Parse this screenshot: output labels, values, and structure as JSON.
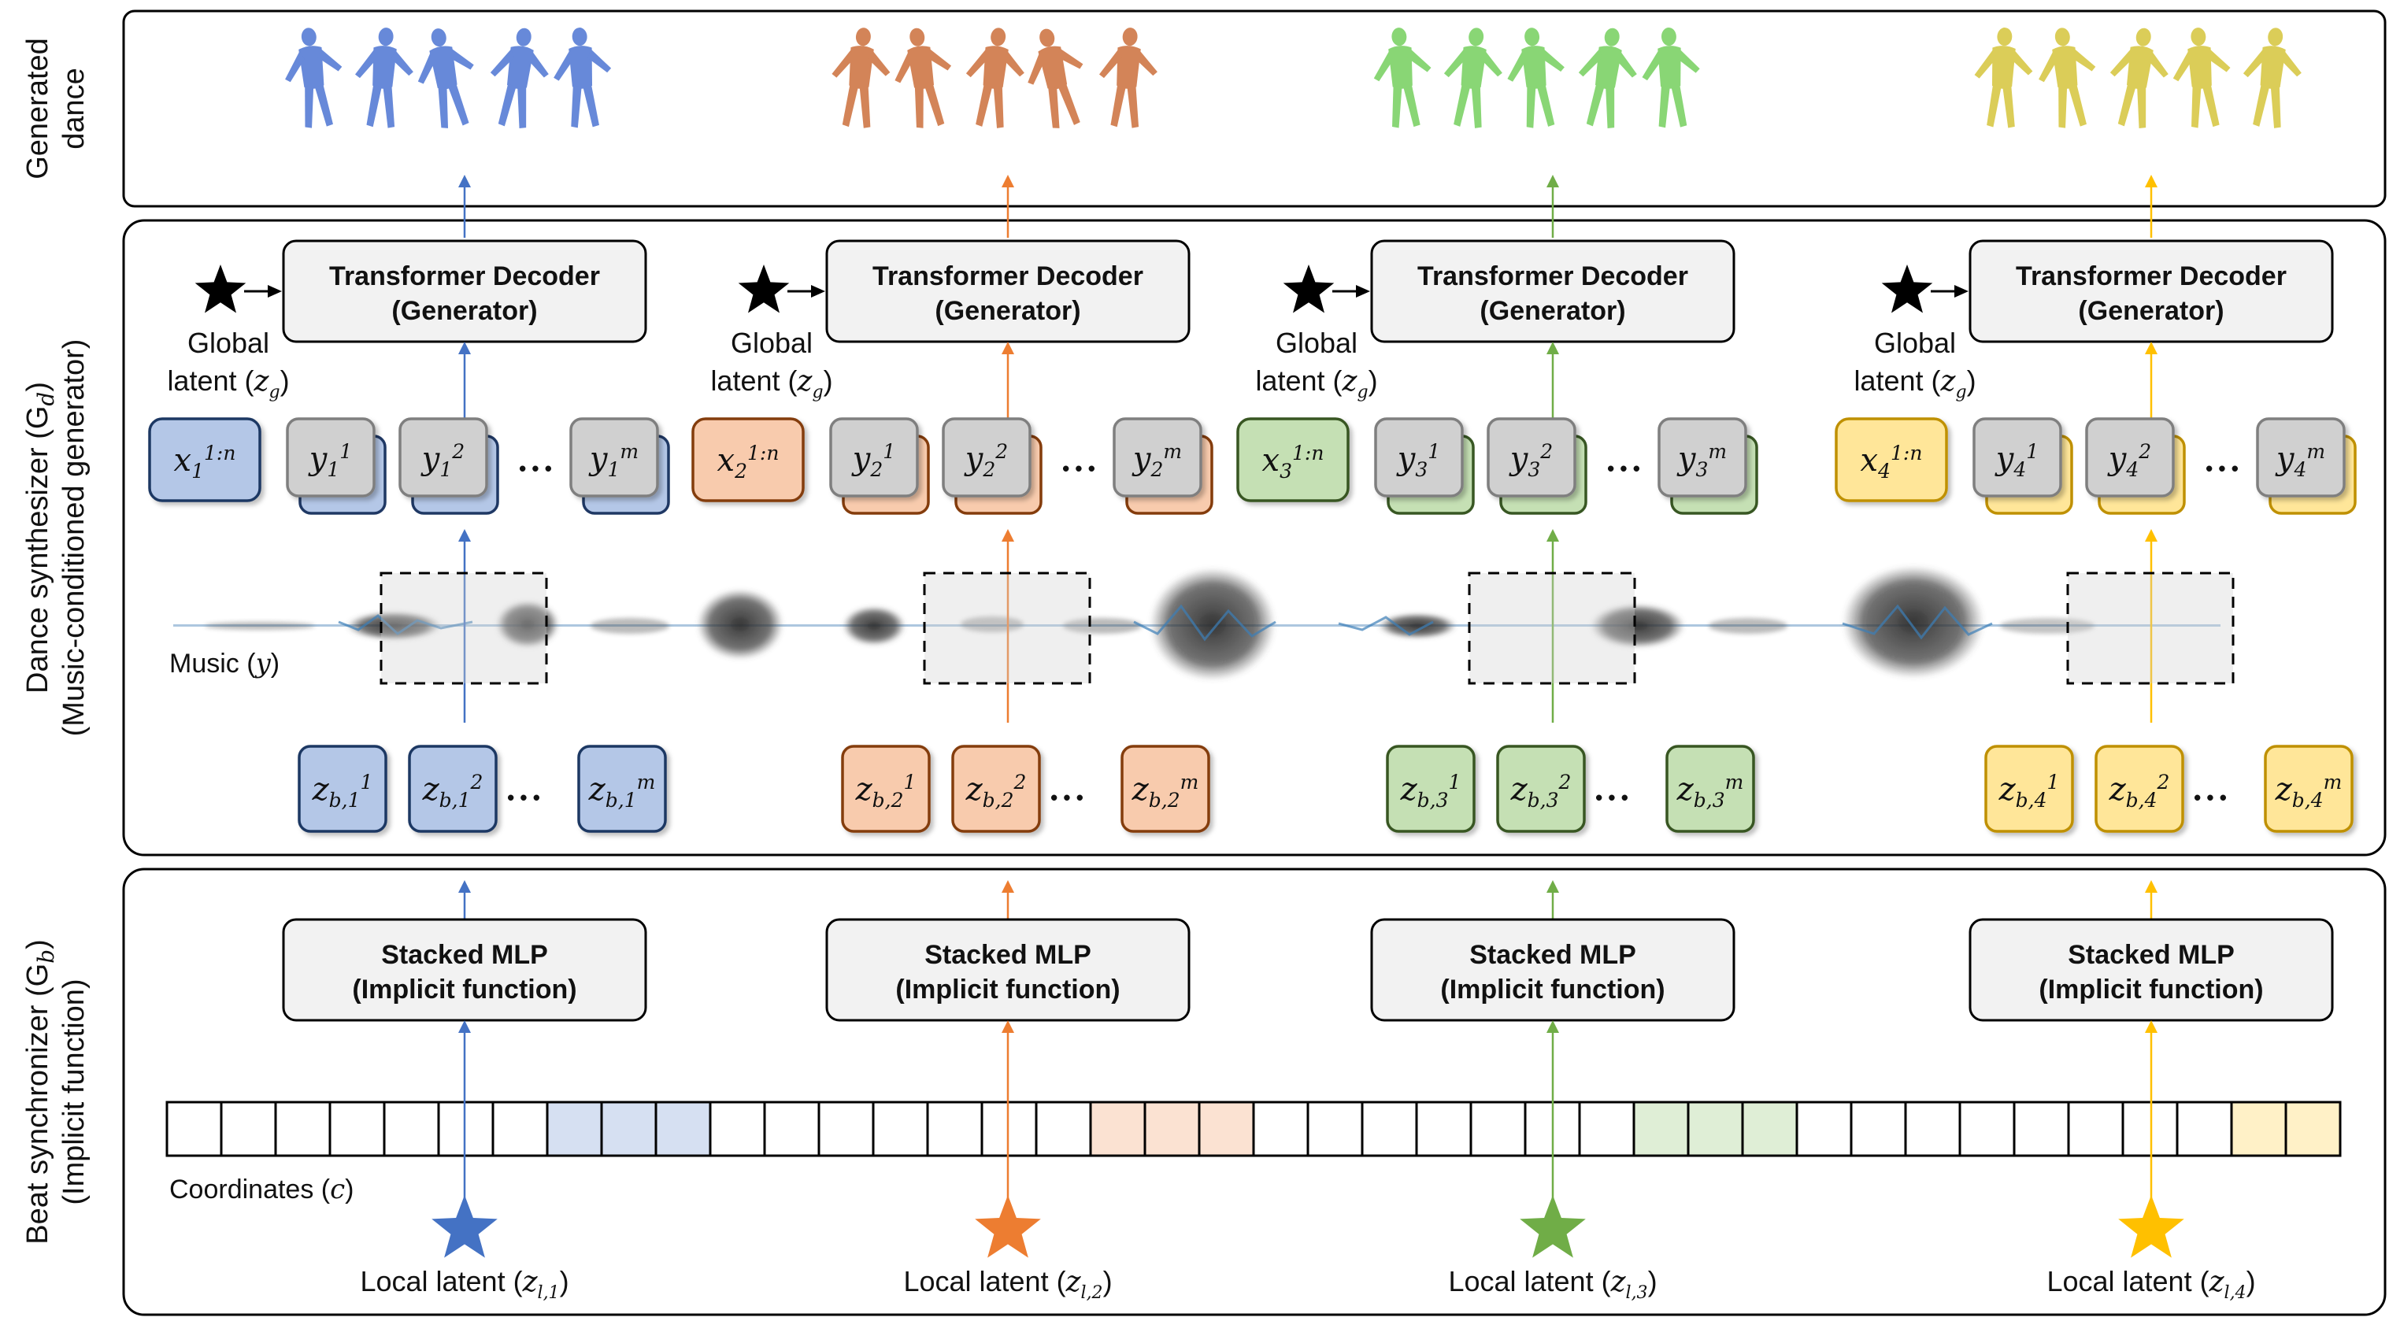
{
  "panels": {
    "top_label": [
      "Generated",
      "dance"
    ],
    "middle_label": [
      "Dance synthesizer (G",
      "d",
      ")",
      "(Music-conditioned generator)"
    ],
    "bottom_label": [
      "Beat synchronizer (G",
      "b",
      ")",
      "(Implicit function)"
    ]
  },
  "decoder": {
    "line1": "Transformer Decoder",
    "line2": "(Generator)"
  },
  "mlp": {
    "line1": "Stacked MLP",
    "line2": "(Implicit function)"
  },
  "global_latent": {
    "line1": "Global",
    "line2": "latent (",
    "sym": "z",
    "sub": "g",
    "close": ")"
  },
  "music_label": {
    "text": "Music (",
    "sym": "y",
    "close": ")"
  },
  "coords_label": {
    "text": "Coordinates (",
    "sym": "c",
    "close": ")"
  },
  "local_latent_text": "Local latent (",
  "ellipsis": "• • •",
  "segments": [
    {
      "index": "1",
      "color": "#4472C4",
      "fill": "#B4C7E7",
      "dark": "#1F3864",
      "figure": "#5B7FD6"
    },
    {
      "index": "2",
      "color": "#ED7D31",
      "fill": "#F8CBAD",
      "dark": "#843C0C",
      "figure": "#D07A4A"
    },
    {
      "index": "3",
      "color": "#70AD47",
      "fill": "#C5E0B4",
      "dark": "#385723",
      "figure": "#7FD36A"
    },
    {
      "index": "4",
      "color": "#FFC000",
      "fill": "#FFE699",
      "dark": "#BF9000",
      "figure": "#D9C94A"
    }
  ]
}
